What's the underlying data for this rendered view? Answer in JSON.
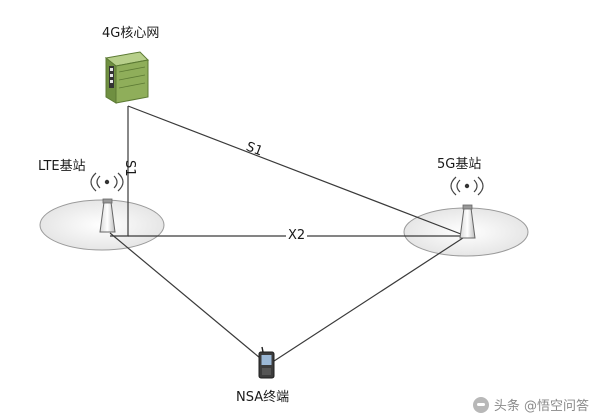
{
  "nodes": {
    "core": {
      "label": "4G核心网"
    },
    "lte": {
      "label": "LTE基站"
    },
    "gnb": {
      "label": "5G基站"
    },
    "ue": {
      "label": "NSA终端"
    }
  },
  "links": {
    "core_lte": "S1",
    "core_gnb": "S1",
    "lte_gnb": "X2"
  },
  "watermark": "头条 @悟空问答",
  "colors": {
    "line": "#3a3a3a",
    "server_body": "#8fae5a",
    "server_dark": "#5c7a34",
    "cell_fill": "#efefef"
  }
}
